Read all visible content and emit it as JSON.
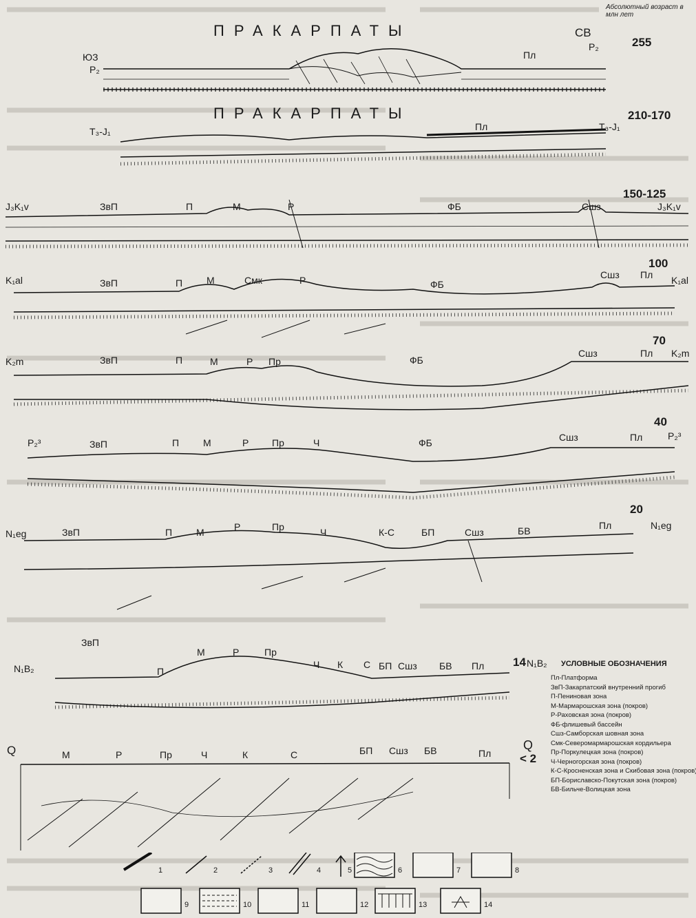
{
  "header_note": "Абсолютный возраст в млн лет",
  "panels": [
    {
      "age": "255",
      "title": "ПРАКАРПАТЫ",
      "left_label": "P₂",
      "left_dir": "ЮЗ",
      "right_dir": "СВ",
      "right_label": "P₂",
      "zones": [
        "Пл"
      ]
    },
    {
      "age": "210-170",
      "title": "ПРАКАРПАТЫ",
      "left_label": "T₃-J₁",
      "right_label": "T₃-J₁",
      "zones": [
        "Пл"
      ]
    },
    {
      "age": "150-125",
      "left_label": "J₃K₁v",
      "right_label": "J₃K₁v",
      "zones": [
        "ЗвП",
        "П",
        "М",
        "Р",
        "ФБ",
        "Сшз"
      ]
    },
    {
      "age": "100",
      "left_label": "K₁al",
      "right_label": "K₁al",
      "zones": [
        "ЗвП",
        "П",
        "М",
        "Смк",
        "Р",
        "ФБ",
        "Сшз",
        "Пл"
      ]
    },
    {
      "age": "70",
      "left_label": "K₂m",
      "right_label": "K₂m",
      "zones": [
        "ЗвП",
        "П",
        "М",
        "Р",
        "Пр",
        "ФБ",
        "Сшз",
        "Пл"
      ]
    },
    {
      "age": "40",
      "left_label": "P₂³",
      "right_label": "P₂³",
      "zones": [
        "ЗвП",
        "П",
        "М",
        "Р",
        "Пр",
        "Ч",
        "ФБ",
        "Сшз",
        "Пл"
      ]
    },
    {
      "age": "20",
      "left_label": "N₁eg",
      "right_label": "N₁eg",
      "zones": [
        "ЗвП",
        "П",
        "М",
        "Р",
        "Пр",
        "Ч",
        "К-С",
        "БП",
        "Сшз",
        "БВ",
        "Пл"
      ]
    },
    {
      "age": "14",
      "left_label": "N₁B₂",
      "right_label": "N₁B₂",
      "zones": [
        "ЗвП",
        "П",
        "М",
        "Р",
        "Пр",
        "Ч",
        "К",
        "С",
        "БП",
        "Сшз",
        "БВ",
        "Пл"
      ]
    },
    {
      "age": "< 2",
      "left_label": "Q",
      "right_label": "Q",
      "zones": [
        "М",
        "Р",
        "Пр",
        "Ч",
        "К",
        "С",
        "БП",
        "Сшз",
        "БВ",
        "Пл"
      ]
    }
  ],
  "legend": {
    "title": "УСЛОВНЫЕ ОБОЗНАЧЕНИЯ",
    "items": [
      "Пл-Платформа",
      "ЗвП-Закарпатский внутренний прогиб",
      "П-Пениновая зона",
      "М-Мармарошская зона (покров)",
      "Р-Раховская зона (покров)",
      "ФБ-флишевый бассейн",
      "Сшз-Самборская шовная зона",
      "Смк-Северомармарошская кордильера",
      "Пр-Поркулецкая зона (покров)",
      "Ч-Черногорская зона (покров)",
      "К-С-Кросненская зона и Скибовая зона (покров)",
      "БП-Бориславско-Покутская зона (покров)",
      "БВ-Бильче-Волицкая зона"
    ]
  },
  "key": [
    "1",
    "2",
    "3",
    "4",
    "5",
    "6",
    "7",
    "8",
    "9",
    "10",
    "11",
    "12",
    "13",
    "14"
  ]
}
